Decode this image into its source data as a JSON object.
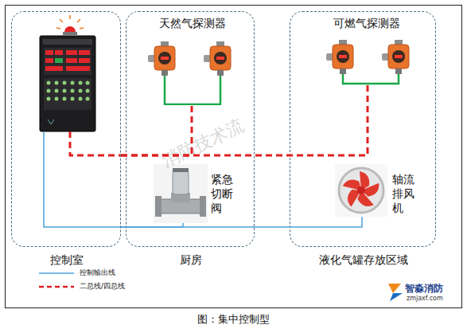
{
  "diagram": {
    "caption": "图：集中控制型",
    "nodes": [
      {
        "text": [
          "控制室"
        ]
      },
      {
        "text": [
          "厨房"
        ]
      },
      {
        "text": [
          "天然气探测器"
        ],
        "in": 1
      },
      {
        "text": [
          "紧急切断阀"
        ],
        "in": 1
      },
      {
        "text": [
          "液化气罐存放区域"
        ]
      },
      {
        "text": [
          "可燃气探测器"
        ],
        "in": 4
      },
      {
        "text": [
          "轴流排风机"
        ],
        "in": 4
      }
    ],
    "edges": [
      {
        "from": 0,
        "to": 2,
        "arrow": "none"
      },
      {
        "from": 0,
        "to": 3,
        "arrow": "none"
      },
      {
        "from": 0,
        "to": 5,
        "arrow": "none"
      },
      {
        "from": 0,
        "to": 6,
        "arrow": "none"
      }
    ],
    "labels": [
      "消防技术流",
      "智淼消防",
      "zmjaxf.com"
    ],
    "legend": [
      {
        "text": "控制输出线"
      },
      {
        "text": "二总线/四总线"
      }
    ]
  }
}
